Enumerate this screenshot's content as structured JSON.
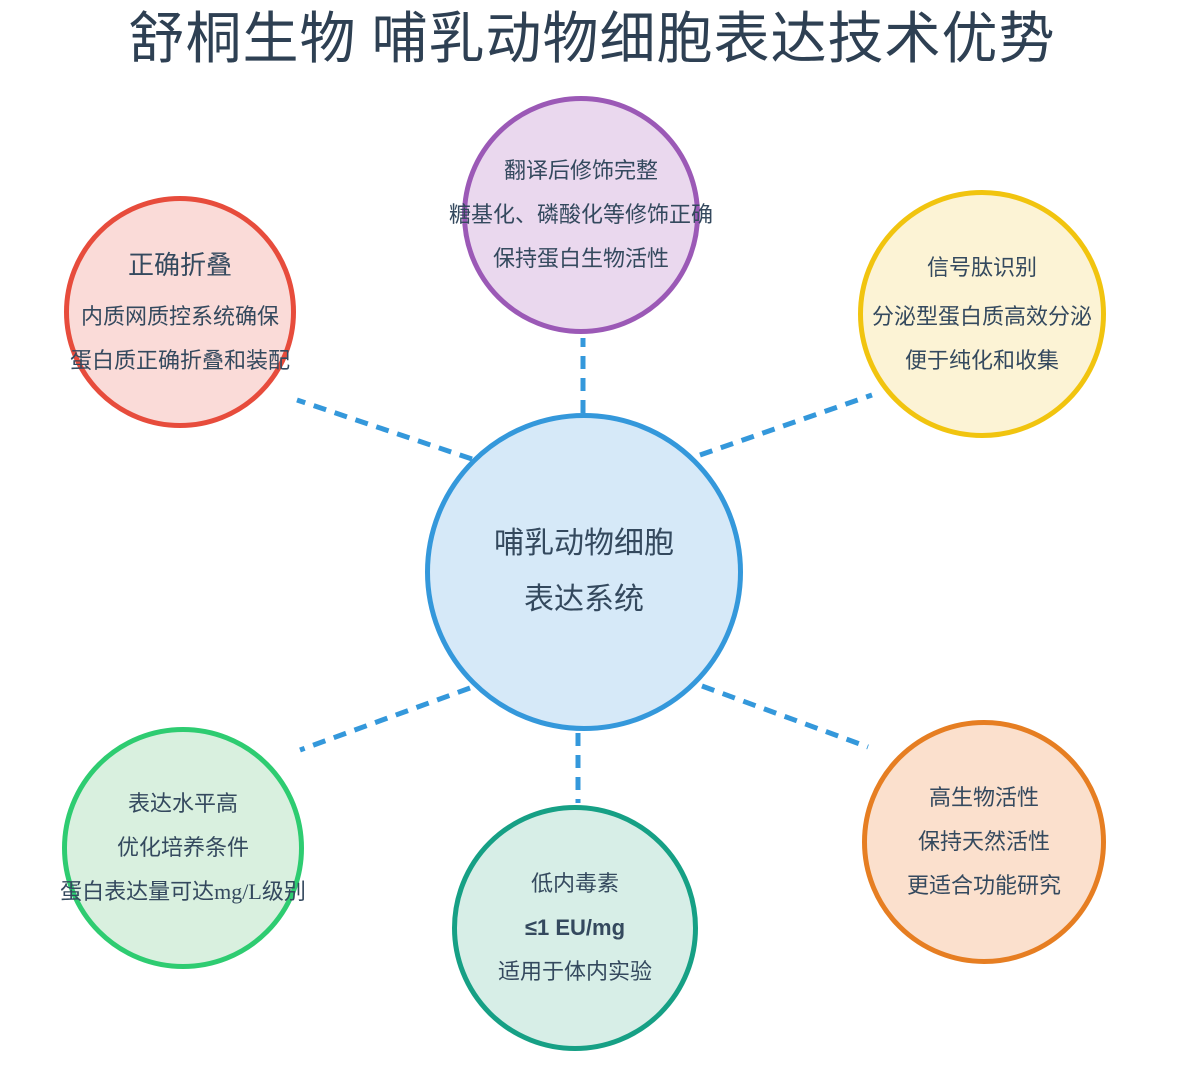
{
  "title": "舒桐生物 哺乳动物细胞表达技术优势",
  "colors": {
    "title_text": "#2e4053",
    "node_text": "#34495e",
    "edge": "#3498db",
    "center_fill": "#d6e9f8",
    "center_stroke": "#3498db",
    "background": "#ffffff"
  },
  "center": {
    "name": "mammalian-cell-expression-system",
    "lines": [
      "哺乳动物细胞",
      "表达系统"
    ],
    "fill": "#d6e9f8",
    "stroke": "#3498db"
  },
  "nodes": [
    {
      "id": "folding",
      "title": "正确折叠",
      "lines": [
        "内质网质控系统确保",
        "蛋白质正确折叠和装配"
      ],
      "fill": "#fadbd8",
      "stroke": "#e74c3c"
    },
    {
      "id": "ptm",
      "title": "翻译后修饰完整",
      "lines": [
        "糖基化、磷酸化等修饰正确",
        "保持蛋白生物活性"
      ],
      "fill": "#ead8ee",
      "stroke": "#9b59b6"
    },
    {
      "id": "signal",
      "title": "信号肽识别",
      "lines": [
        "分泌型蛋白质高效分泌",
        "便于纯化和收集"
      ],
      "fill": "#fcf3d5",
      "stroke": "#f1c40f"
    },
    {
      "id": "yield",
      "title": "表达水平高",
      "lines": [
        "优化培养条件",
        "蛋白表达量可达mg/L级别"
      ],
      "fill": "#d9f0df",
      "stroke": "#2ecc71"
    },
    {
      "id": "endotoxin",
      "title": "低内毒素",
      "lines": [
        "≤1 EU/mg",
        "适用于体内实验"
      ],
      "fill": "#d7eee7",
      "stroke": "#16a085"
    },
    {
      "id": "bioactivity",
      "title": "高生物活性",
      "lines": [
        "保持天然活性",
        "更适合功能研究"
      ],
      "fill": "#fbe0cd",
      "stroke": "#e67e22"
    }
  ],
  "edges": [
    {
      "from": "center",
      "to": "folding"
    },
    {
      "from": "center",
      "to": "ptm"
    },
    {
      "from": "center",
      "to": "signal"
    },
    {
      "from": "center",
      "to": "yield"
    },
    {
      "from": "center",
      "to": "endotoxin"
    },
    {
      "from": "center",
      "to": "bioactivity"
    }
  ]
}
